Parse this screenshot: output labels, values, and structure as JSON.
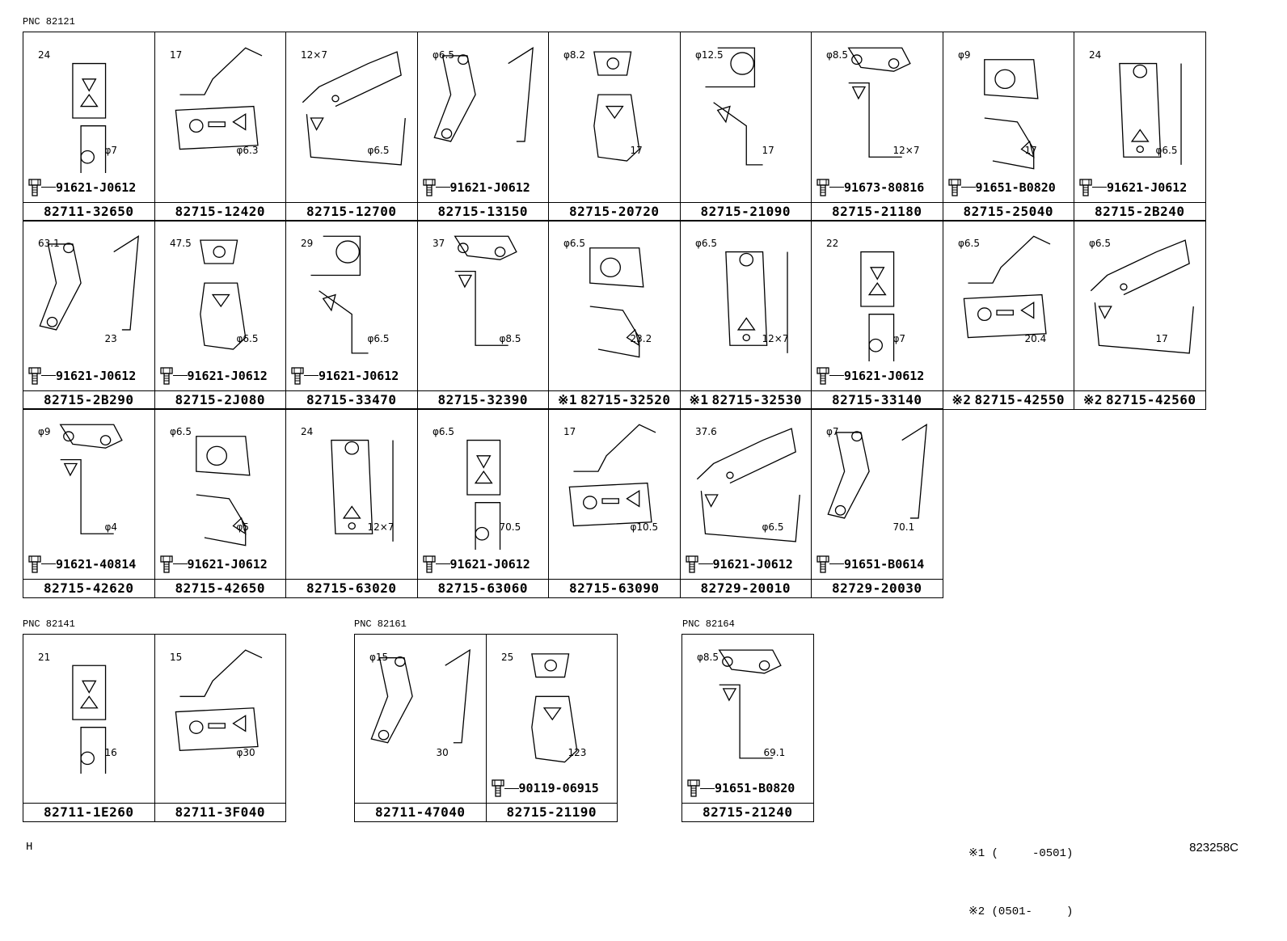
{
  "pnc_labels": {
    "main": "PNC 82121",
    "g1": "PNC 82141",
    "g2": "PNC 82161",
    "g3": "PNC 82164"
  },
  "row1": [
    {
      "part": "82711-32650",
      "bolt": "91621-J0612",
      "dims": [
        "24",
        "φ7"
      ]
    },
    {
      "part": "82715-12420",
      "bolt": "",
      "dims": [
        "17",
        "φ6.3"
      ]
    },
    {
      "part": "82715-12700",
      "bolt": "",
      "dims": [
        "12×7",
        "φ6.5"
      ]
    },
    {
      "part": "82715-13150",
      "bolt": "91621-J0612",
      "dims": [
        "φ6.5"
      ]
    },
    {
      "part": "82715-20720",
      "bolt": "",
      "dims": [
        "φ8.2",
        "17"
      ]
    },
    {
      "part": "82715-21090",
      "bolt": "",
      "dims": [
        "φ12.5",
        "17"
      ]
    },
    {
      "part": "82715-21180",
      "bolt": "91673-80816",
      "dims": [
        "φ8.5",
        "12×7"
      ]
    },
    {
      "part": "82715-25040",
      "bolt": "91651-B0820",
      "dims": [
        "φ9",
        "17"
      ]
    },
    {
      "part": "82715-2B240",
      "bolt": "91621-J0612",
      "dims": [
        "24",
        "φ6.5"
      ]
    }
  ],
  "row2": [
    {
      "prefix": "",
      "part": "82715-2B290",
      "bolt": "91621-J0612",
      "dims": [
        "63.1",
        "23"
      ]
    },
    {
      "prefix": "",
      "part": "82715-2J080",
      "bolt": "91621-J0612",
      "dims": [
        "47.5",
        "φ6.5"
      ]
    },
    {
      "prefix": "",
      "part": "82715-33470",
      "bolt": "91621-J0612",
      "dims": [
        "29",
        "φ6.5"
      ]
    },
    {
      "prefix": "",
      "part": "82715-32390",
      "bolt": "",
      "dims": [
        "37",
        "φ8.5"
      ]
    },
    {
      "prefix": "※1",
      "part": "82715-32520",
      "bolt": "",
      "dims": [
        "φ6.5",
        "23.2"
      ]
    },
    {
      "prefix": "※1",
      "part": "82715-32530",
      "bolt": "",
      "dims": [
        "φ6.5",
        "12×7"
      ]
    },
    {
      "prefix": "",
      "part": "82715-33140",
      "bolt": "91621-J0612",
      "dims": [
        "22",
        "φ7"
      ]
    },
    {
      "prefix": "※2",
      "part": "82715-42550",
      "bolt": "",
      "dims": [
        "φ6.5",
        "20.4"
      ]
    },
    {
      "prefix": "※2",
      "part": "82715-42560",
      "bolt": "",
      "dims": [
        "φ6.5",
        "17"
      ]
    }
  ],
  "row3": [
    {
      "part": "82715-42620",
      "bolt": "91621-40814",
      "dims": [
        "φ9",
        "φ4"
      ]
    },
    {
      "part": "82715-42650",
      "bolt": "91621-J0612",
      "dims": [
        "φ6.5",
        "φ5"
      ]
    },
    {
      "part": "82715-63020",
      "bolt": "",
      "dims": [
        "24",
        "12×7"
      ]
    },
    {
      "part": "82715-63060",
      "bolt": "91621-J0612",
      "dims": [
        "φ6.5",
        "70.5"
      ]
    },
    {
      "part": "82715-63090",
      "bolt": "",
      "dims": [
        "17",
        "φ10.5"
      ]
    },
    {
      "part": "82729-20010",
      "bolt": "91621-J0612",
      "dims": [
        "37.6",
        "φ6.5"
      ]
    },
    {
      "part": "82729-20030",
      "bolt": "91651-B0614",
      "dims": [
        "φ7",
        "70.1"
      ]
    }
  ],
  "group1": [
    {
      "part": "82711-1E260",
      "bolt": "",
      "dims": [
        "21",
        "16"
      ]
    },
    {
      "part": "82711-3F040",
      "bolt": "",
      "dims": [
        "15",
        "φ30"
      ]
    }
  ],
  "group2": [
    {
      "part": "82711-47040",
      "bolt": "",
      "dims": [
        "φ15",
        "30"
      ]
    },
    {
      "part": "82715-21190",
      "bolt": "90119-06915",
      "dims": [
        "25",
        "123"
      ]
    }
  ],
  "group3": [
    {
      "part": "82715-21240",
      "bolt": "91651-B0820",
      "dims": [
        "φ8.5",
        "69.1"
      ]
    }
  ],
  "footnotes": [
    "※1 (     -0501)",
    "※2 (0501-     )"
  ],
  "corner_left": "H",
  "corner_right": "823258C"
}
